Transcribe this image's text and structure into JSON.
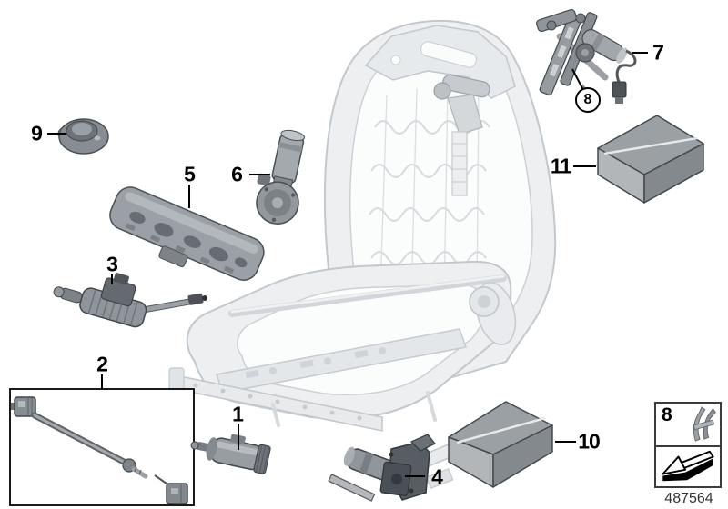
{
  "diagram": {
    "description": "Seat, electrical parts and drives - exploded parts diagram",
    "callouts": {
      "n1": "1",
      "n2": "2",
      "n3": "3",
      "n4": "4",
      "n5": "5",
      "n6": "6",
      "n7": "7",
      "n8": "8",
      "n9": "9",
      "n10": "10",
      "n11": "11",
      "n8_circled": "8"
    },
    "legend": {
      "item": "8",
      "clip_icon": "retaining-clip-icon",
      "arrow_icon": "installation-direction-arrow-icon"
    },
    "footer": {
      "part_number": "487564"
    },
    "colors": {
      "callout_line": "#000000",
      "frame_light": "#e9ebee",
      "frame_stroke": "#c3c8cd",
      "part_gray": "#8f959a",
      "part_dark": "#575d63",
      "box_top": "#9aa0a4",
      "box_left": "#b2b6b9",
      "box_right": "#84898d"
    }
  }
}
